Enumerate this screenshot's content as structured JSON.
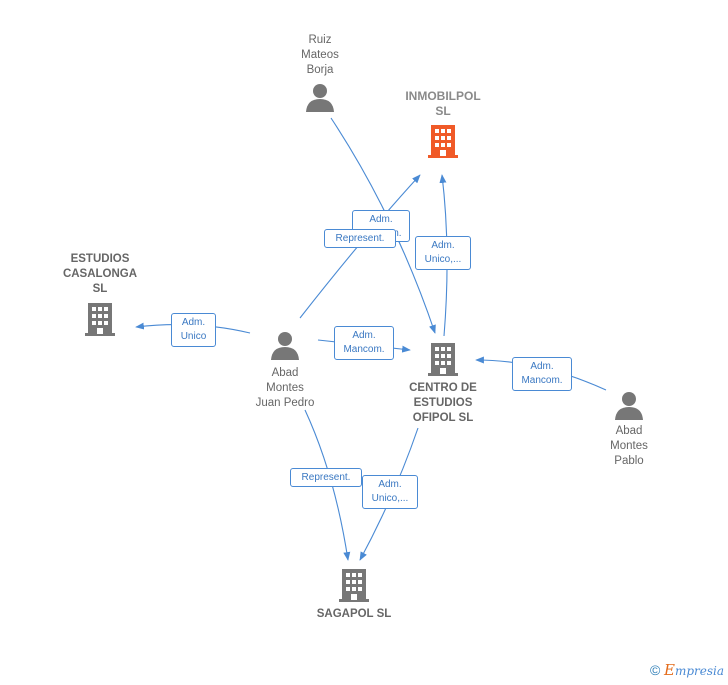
{
  "nodes": {
    "ruiz": {
      "label": "Ruiz\nMateos\nBorja"
    },
    "inmobilpol": {
      "label": "INMOBILPOL\nSL"
    },
    "casalonga": {
      "label": "ESTUDIOS\nCASALONGA\nSL"
    },
    "abad_juan": {
      "label": "Abad\nMontes\nJuan Pedro"
    },
    "ofipol": {
      "label": "CENTRO DE\nESTUDIOS\nOFIPOL  SL"
    },
    "abad_pablo": {
      "label": "Abad\nMontes\nPablo"
    },
    "sagapol": {
      "label": "SAGAPOL  SL"
    }
  },
  "edges": {
    "ruiz_ofipol": "Adm.\nMancom.",
    "juan_inmobilpol": "Represent.",
    "ofipol_inmobilpol": "Adm.\nUnico,...",
    "juan_casalonga": "Adm.\nUnico",
    "juan_ofipol": "Adm.\nMancom.",
    "pablo_ofipol": "Adm.\nMancom.",
    "juan_sagapol": "Represent.",
    "ofipol_sagapol": "Adm.\nUnico,..."
  },
  "footer": {
    "copyright": "©",
    "brand_e": "E",
    "brand_rest": "mpresia"
  },
  "colors": {
    "edge": "#4a8ad4",
    "company": "#777777",
    "highlight": "#f05a28",
    "person": "#777777"
  }
}
